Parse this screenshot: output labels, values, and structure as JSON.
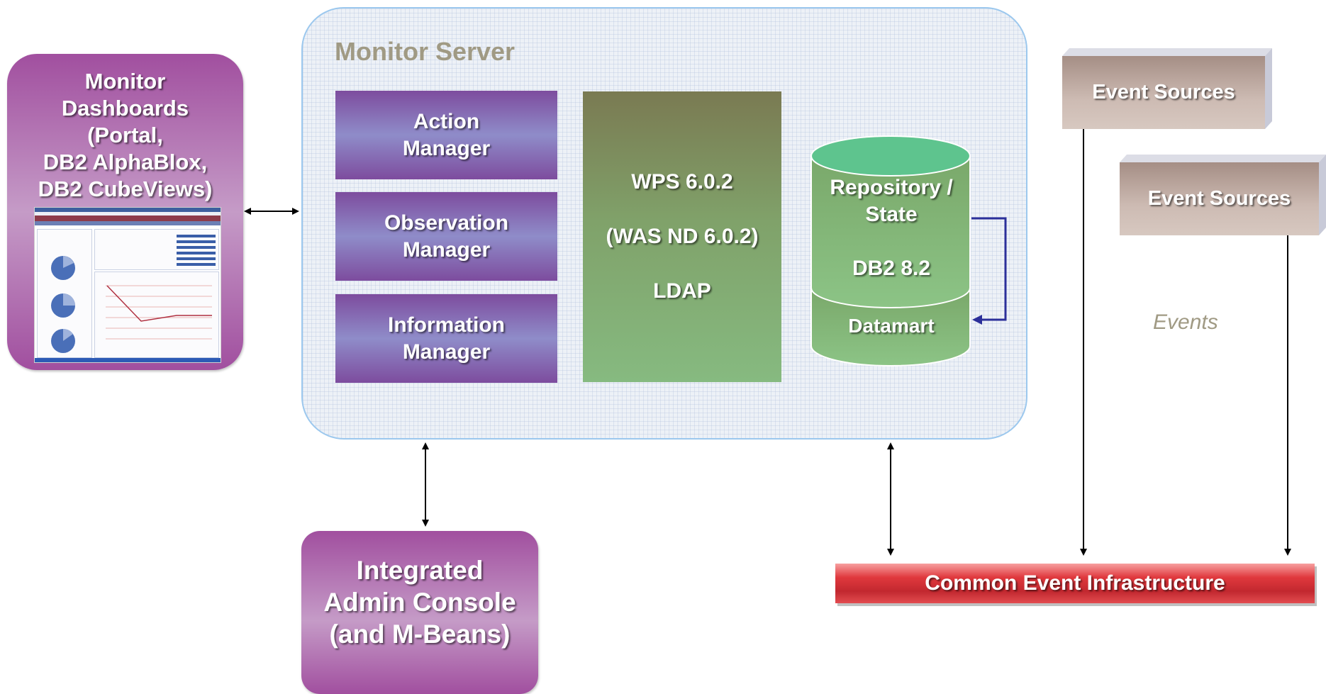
{
  "dashboards": {
    "title_lines": [
      "Monitor",
      "Dashboards",
      "(Portal,",
      "DB2 AlphaBlox,",
      "DB2 CubeViews)"
    ]
  },
  "server": {
    "title": "Monitor Server",
    "managers": [
      {
        "lines": [
          "Action",
          "Manager"
        ]
      },
      {
        "lines": [
          "Observation",
          "Manager"
        ]
      },
      {
        "lines": [
          "Information",
          "Manager"
        ]
      }
    ],
    "platform": [
      "WPS 6.0.2",
      "(WAS ND 6.0.2)",
      "LDAP"
    ],
    "repository": {
      "lines": [
        "Repository /",
        "State"
      ],
      "db": "DB2 8.2",
      "datamart": "Datamart"
    }
  },
  "event_sources": [
    "Event Sources",
    "Event Sources"
  ],
  "events_label": "Events",
  "admin": {
    "title_lines": [
      "Integrated",
      "Admin Console",
      "(and M-Beans)"
    ]
  },
  "cei": "Common Event Infrastructure",
  "colors": {
    "purple": "#a14f9f",
    "manager": "#8f8cc9",
    "green_top": "#7a7a52",
    "green_bottom": "#86ba80",
    "cylinder_top": "#5ec48e",
    "cei_red": "#d02f36",
    "server_border": "#9cc8ee",
    "arrow_blue": "#2b2f9a"
  }
}
